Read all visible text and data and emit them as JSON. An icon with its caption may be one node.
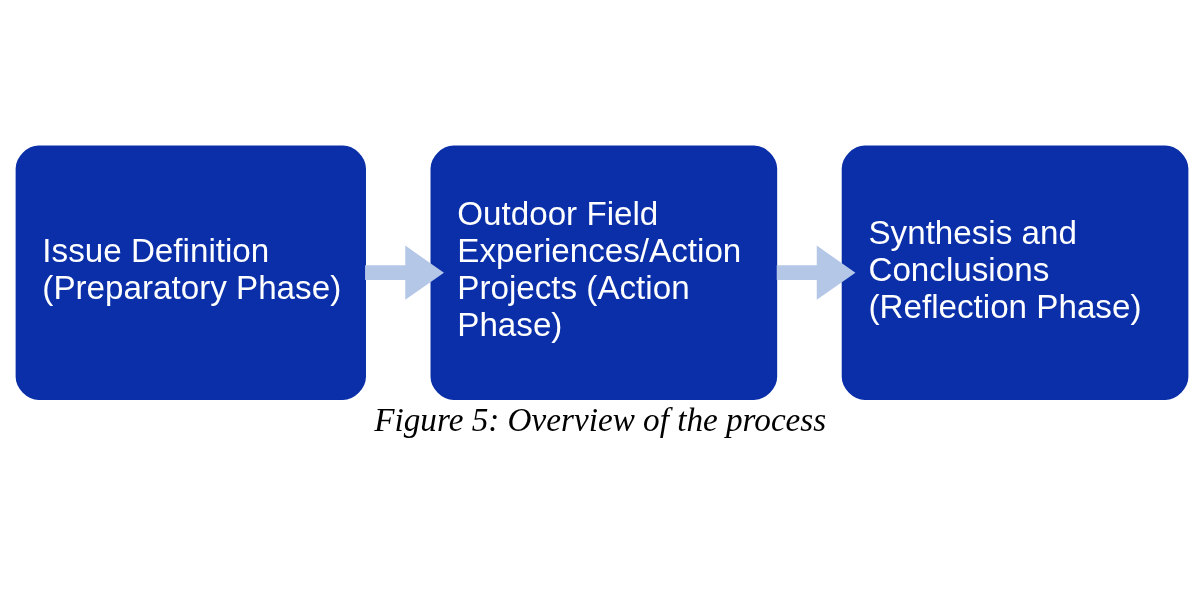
{
  "diagram": {
    "caption": "Figure 5: Overview of the process",
    "nodes": [
      {
        "text": [
          "Issue Definition (Preparatory Phase)"
        ]
      },
      {
        "text": [
          "Outdoor Field Experiences/Action Projects (Action Phase)"
        ]
      },
      {
        "text": [
          "Synthesis and Conclusions (Reflection Phase)"
        ]
      }
    ],
    "edges": [
      {
        "from": 0,
        "to": 1,
        "arrow": "to"
      },
      {
        "from": 1,
        "to": 2,
        "arrow": "to"
      }
    ]
  }
}
